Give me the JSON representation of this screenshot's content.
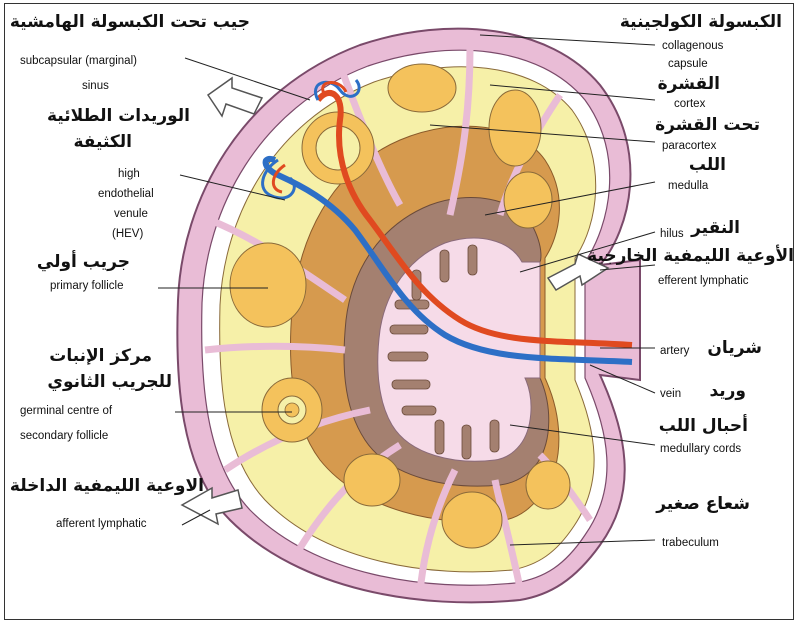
{
  "palette": {
    "capsule": "#e9bcd6",
    "capsule_stroke": "#7a4a6a",
    "sinus": "#ffffff",
    "follicle_outer": "#f6f0a8",
    "follicle_inner": "#f4c25c",
    "paracortex": "#d69a4e",
    "medulla_ring": "#a48070",
    "medulla_core": "#f6dbe8",
    "artery": "#e04a20",
    "vein": "#2d6fc6",
    "leader": "#222222"
  },
  "labels": {
    "subcapsular_ar": "جيب تحت الكبسولة الهامشية",
    "subcapsular_en_1": "subcapsular (marginal)",
    "subcapsular_en_2": "sinus",
    "hev_ar_1": "الوريدات الطلائية",
    "hev_ar_2": "الكثيفة",
    "hev_en_1": "high",
    "hev_en_2": "endothelial",
    "hev_en_3": "venule",
    "hev_en_4": "(HEV)",
    "primary_ar": "جريب أولي",
    "primary_en": "primary follicle",
    "germinal_ar_1": "مركز الإنبات",
    "germinal_ar_2": "للجريب الثانوي",
    "germinal_en_1": "germinal centre of",
    "germinal_en_2": "secondary follicle",
    "afferent_ar": "الاوعية الليمفية الداخلة",
    "afferent_en": "afferent lymphatic",
    "capsule_ar": "الكبسولة الكولجينية",
    "capsule_en_1": "collagenous",
    "capsule_en_2": "capsule",
    "cortex_ar": "القشرة",
    "cortex_en": "cortex",
    "paracortex_ar": "تحت القشرة",
    "paracortex_en": "paracortex",
    "medulla_ar": "اللب",
    "medulla_en": "medulla",
    "hilus_en": "hilus",
    "hilus_ar": "النقير",
    "efferent_ar": "الأوعية الليمفية الخارجية",
    "efferent_en": "efferent lymphatic",
    "artery_en": "artery",
    "artery_ar": "شريان",
    "vein_en": "vein",
    "vein_ar": "وريد",
    "cords_ar": "أحبال اللب",
    "cords_en": "medullary cords",
    "trabeculum_ar": "شعاع صغير",
    "trabeculum_en": "trabeculum"
  }
}
